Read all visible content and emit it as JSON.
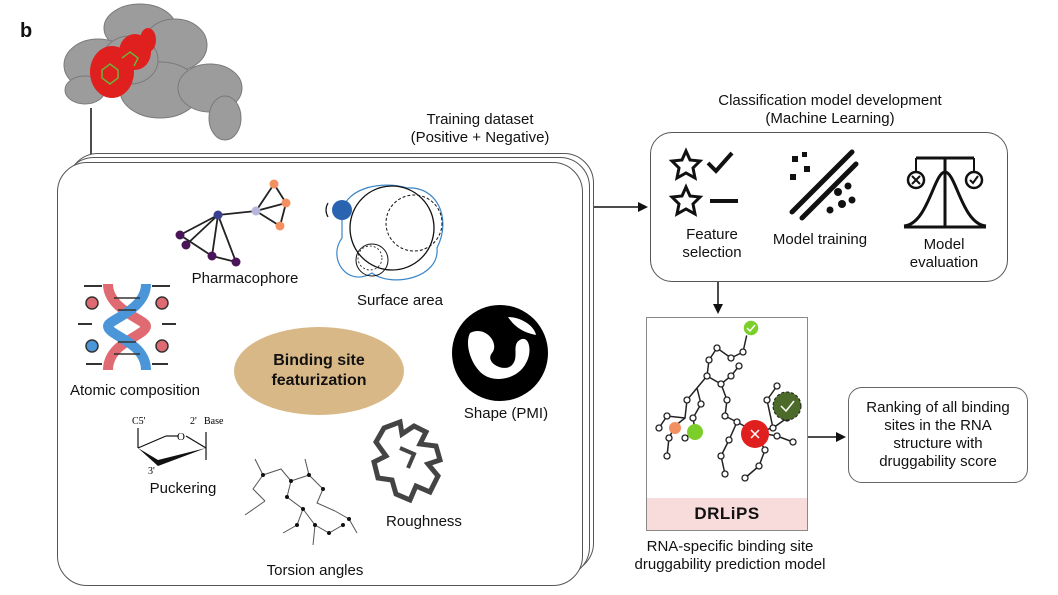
{
  "panel_letter": "b",
  "training": {
    "title_line1": "Training dataset",
    "title_line2": "(Positive + Negative)"
  },
  "features": {
    "pharmacophore": "Pharmacophore",
    "surface_area": "Surface area",
    "atomic_composition": "Atomic composition",
    "center_line1": "Binding site",
    "center_line2": "featurization",
    "shape": "Shape (PMI)",
    "puckering": "Puckering",
    "roughness": "Roughness",
    "torsion_angles": "Torsion angles",
    "sugar_labels": [
      "C5'",
      "2'",
      "Base",
      "O",
      "3'"
    ]
  },
  "classification": {
    "title_line1": "Classification model development",
    "title_line2": "(Machine Learning)",
    "steps": [
      {
        "line1": "Feature",
        "line2": "selection",
        "icon": "star-check-icon"
      },
      {
        "line1": "Model training",
        "line2": "",
        "icon": "scatter-lines-icon"
      },
      {
        "line1": "Model",
        "line2": "evaluation",
        "icon": "balance-curve-icon"
      }
    ]
  },
  "drlips": {
    "name": "DRLiPS",
    "caption_line1": "RNA-specific binding site",
    "caption_line2": "druggability prediction model"
  },
  "ranking": {
    "line1": "Ranking of all binding",
    "line2": "sites in the RNA",
    "line3": "structure with",
    "line4": "druggability score"
  },
  "colors": {
    "binding_site_red": "#e0201e",
    "ellipse": "#d9b887",
    "drlips_band": "#f8dcdc",
    "green_node": "#7ccf2a",
    "dark_green_node": "#4c6a2a"
  }
}
